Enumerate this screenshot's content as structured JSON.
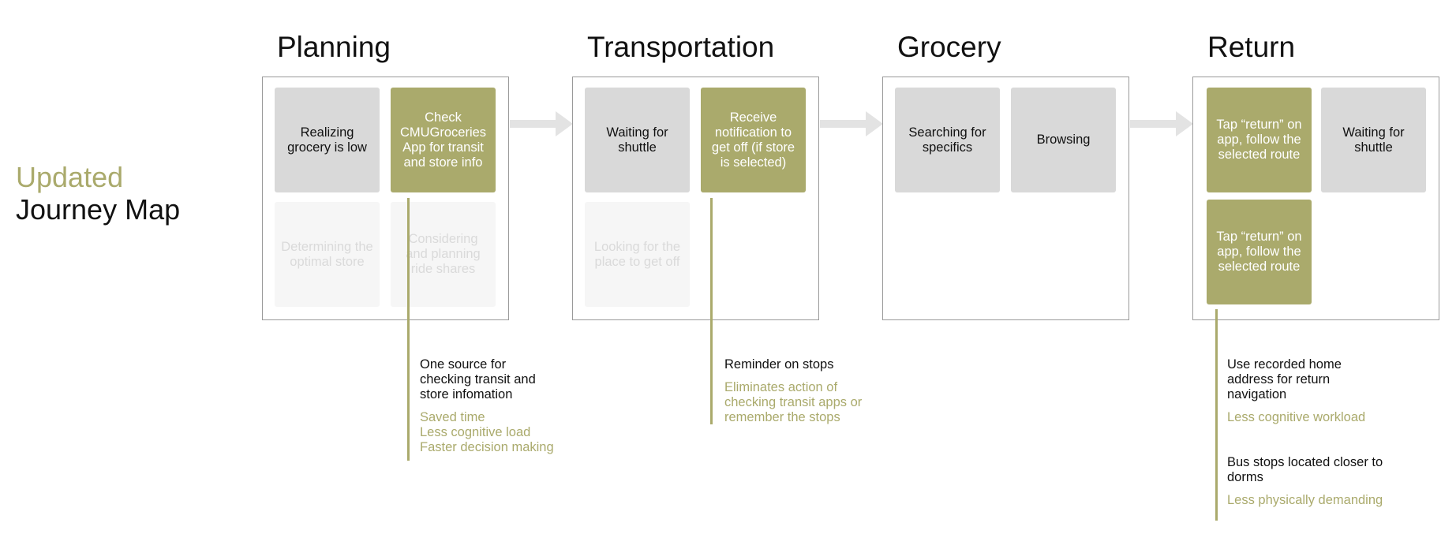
{
  "title": {
    "accent": "Updated",
    "main": "Journey Map"
  },
  "stages": [
    {
      "title": "Planning",
      "cards": [
        {
          "text": "Realizing grocery is low",
          "style": "gray"
        },
        {
          "text": "Check CMUGroceries App for transit and store info",
          "style": "olive"
        },
        {
          "text": "Determining the optimal store",
          "style": "faded"
        },
        {
          "text": "Considering and planning ride shares",
          "style": "faded"
        }
      ]
    },
    {
      "title": "Transportation",
      "cards": [
        {
          "text": "Waiting for shuttle",
          "style": "gray"
        },
        {
          "text": "Receive notification to get off (if store is selected)",
          "style": "olive"
        },
        {
          "text": "Looking for the place to get off",
          "style": "faded"
        }
      ]
    },
    {
      "title": "Grocery",
      "cards": [
        {
          "text": "Searching for specifics",
          "style": "gray"
        },
        {
          "text": "Browsing",
          "style": "gray"
        }
      ]
    },
    {
      "title": "Return",
      "cards": [
        {
          "text": "Tap “return” on app, follow the selected route",
          "style": "olive"
        },
        {
          "text": "Waiting for shuttle",
          "style": "gray"
        },
        {
          "text": "Tap “return” on app, follow the selected route",
          "style": "olive"
        }
      ]
    }
  ],
  "notes": [
    {
      "heading": "One source for checking transit and store infomation",
      "benefits": "Saved time\nLess cognitive load\nFaster decision making"
    },
    {
      "heading": "Reminder on stops",
      "benefits": "Eliminates action of checking transit apps or remember the stops"
    },
    {
      "heading": "Use recorded home address for return navigation",
      "benefits": "Less cognitive workload"
    },
    {
      "heading": "Bus stops located closer to dorms",
      "benefits": "Less physically demanding"
    }
  ],
  "colors": {
    "accent": "#aaaa6c",
    "card_gray": "#d9d9d9",
    "card_faded": "#f6f6f6",
    "arrow": "#e3e3e3",
    "border": "#9a9a9a"
  }
}
